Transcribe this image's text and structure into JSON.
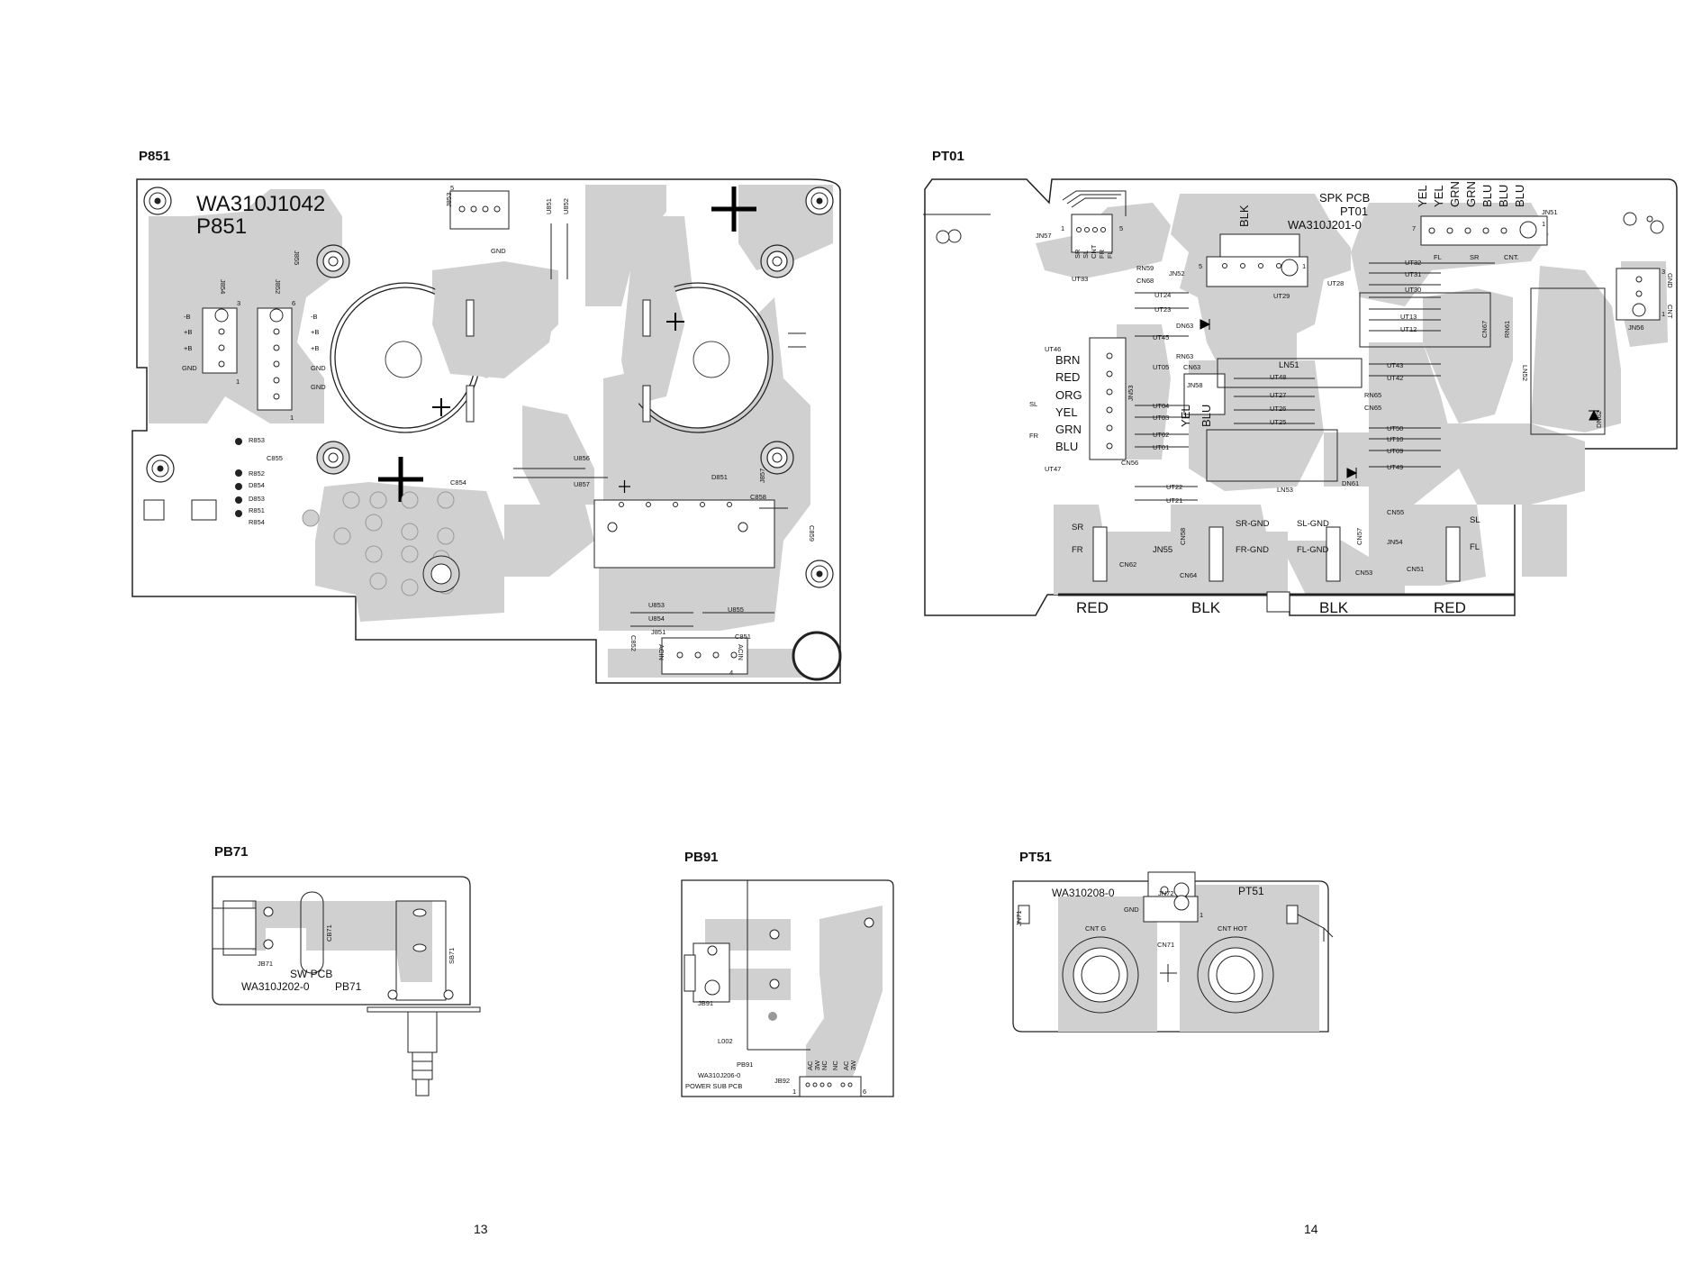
{
  "pages": {
    "left": "13",
    "right": "14"
  },
  "p851": {
    "section_label": "P851",
    "title_line1": "WA310J1042",
    "title_line2": "P851",
    "labels": [
      "J853",
      "5",
      "GND",
      "U851",
      "U852",
      "J855",
      "J854",
      "J852",
      "3",
      "6",
      "-B",
      "+B",
      "+B",
      "GND",
      "-B",
      "+B",
      "+B",
      "GND",
      "GND",
      "1",
      "1",
      "R853",
      "C855",
      "R852",
      "D854",
      "D853",
      "R851",
      "R854",
      "U856",
      "U857",
      "C854",
      "D851",
      "J857",
      "C858",
      "C859",
      "U853",
      "U854",
      "U855",
      "J851",
      "C852",
      "C851",
      "ACIN",
      "ACIN",
      "4"
    ]
  },
  "pt01": {
    "section_label": "PT01",
    "title_line1": "SPK PCB",
    "title_line2": "PT01",
    "title_line3": "WA310J201-0",
    "top_wires": [
      "YEL",
      "YEL",
      "GRN",
      "GRN",
      "BLU",
      "BLU",
      "BLU"
    ],
    "wires_left": [
      "BRN",
      "RED",
      "ORG",
      "YEL",
      "GRN",
      "BLU"
    ],
    "wires_mid": [
      "YEL",
      "BLU"
    ],
    "labels": [
      "JN57",
      "1",
      "5",
      "SR",
      "SL",
      "CNT",
      "FR",
      "FL",
      "BLK",
      "JN52",
      "5",
      "1",
      "JN51",
      "7",
      "1",
      "FL",
      "SR",
      "CNT.",
      "JN56",
      "3",
      "1",
      "GND",
      "CNT",
      "UT32",
      "UT33",
      "UT31",
      "UT30",
      "UT29",
      "UT28",
      "UT24",
      "UT23",
      "UT13",
      "UT12",
      "UT45",
      "UT46",
      "UT05",
      "UT04",
      "UT03",
      "UT02",
      "UT01",
      "UT47",
      "UT43",
      "UT42",
      "UT48",
      "UT27",
      "UT26",
      "UT25",
      "UT50",
      "UT10",
      "UT09",
      "UT49",
      "UT22",
      "UT21",
      "RN59",
      "CN68",
      "DN63",
      "RN63",
      "CN63",
      "JN58",
      "JN53",
      "LN51",
      "LN52",
      "LN53",
      "RN65",
      "CN65",
      "DN61",
      "DN62",
      "CN67",
      "RN61",
      "CN56",
      "SL",
      "FR",
      "SR",
      "FR",
      "JN55",
      "CN58",
      "CN62",
      "CN64",
      "SR-GND",
      "FR-GND",
      "SL-GND",
      "FL-GND",
      "CN57",
      "JN54",
      "CN55",
      "CN53",
      "CN51",
      "SL",
      "FL",
      "RED",
      "BLK",
      "BLK",
      "RED"
    ]
  },
  "pb71": {
    "section_label": "PB71",
    "labels": [
      "JB71",
      "CB71",
      "SB71",
      "SW PCB",
      "WA310J202-0",
      "PB71"
    ]
  },
  "pb91": {
    "section_label": "PB91",
    "labels": [
      "JB91",
      "L002",
      "PB91",
      "WA310J206-0",
      "POWER SUB PCB",
      "JB92",
      "1",
      "6",
      "AC",
      "NC",
      "NC",
      "AC",
      "3W",
      "3W"
    ]
  },
  "pt51": {
    "section_label": "PT51",
    "labels": [
      "WA310208-0",
      "GND",
      "JN72",
      "PT51",
      "1",
      "JN71",
      "CNT G",
      "CN71",
      "CNT HOT"
    ]
  }
}
